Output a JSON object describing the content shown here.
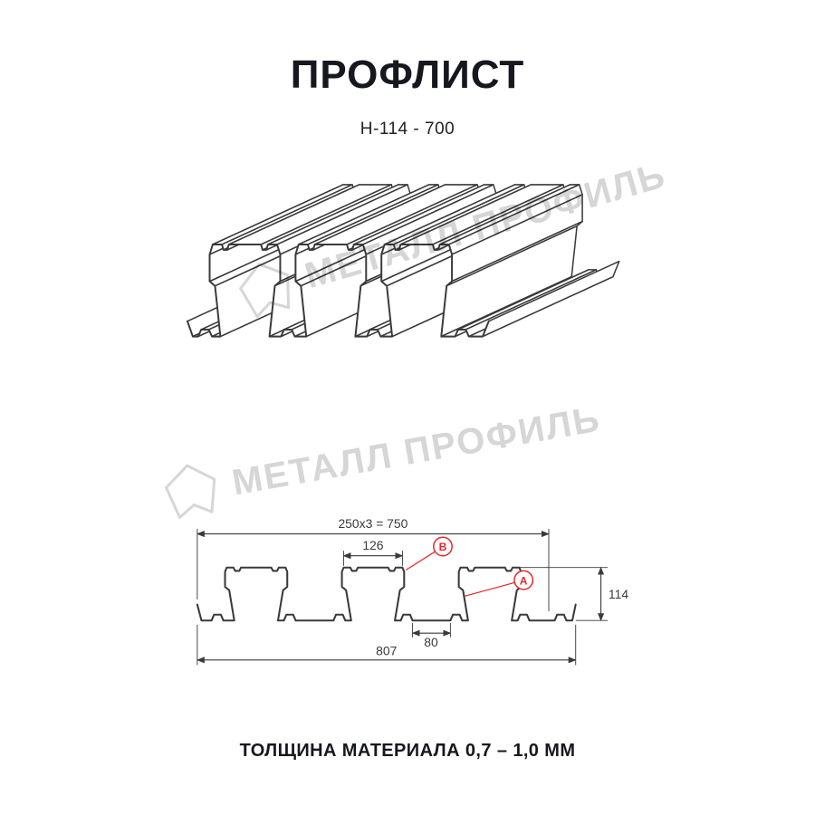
{
  "colors": {
    "ink": "#17171f",
    "line": "#3a3a3a",
    "accent_red": "#e8262a",
    "watermark_gray": "#d6d6d6",
    "background": "#ffffff"
  },
  "header": {
    "title": "ПРОФЛИСТ",
    "subtitle": "Н-114 - 700"
  },
  "watermark": {
    "text": "МЕТАЛЛ ПРОФИЛЬ",
    "logo_icon": "metall-profil-pentagon-logo"
  },
  "section": {
    "dim_pitch": "250x3 = 750",
    "dim_crest": "126",
    "dim_height": "114",
    "dim_gap": "80",
    "dim_total": "807",
    "label_b": "В",
    "label_a": "А"
  },
  "footer": {
    "thickness": "ТОЛЩИНА МАТЕРИАЛА 0,7 – 1,0 ММ"
  }
}
